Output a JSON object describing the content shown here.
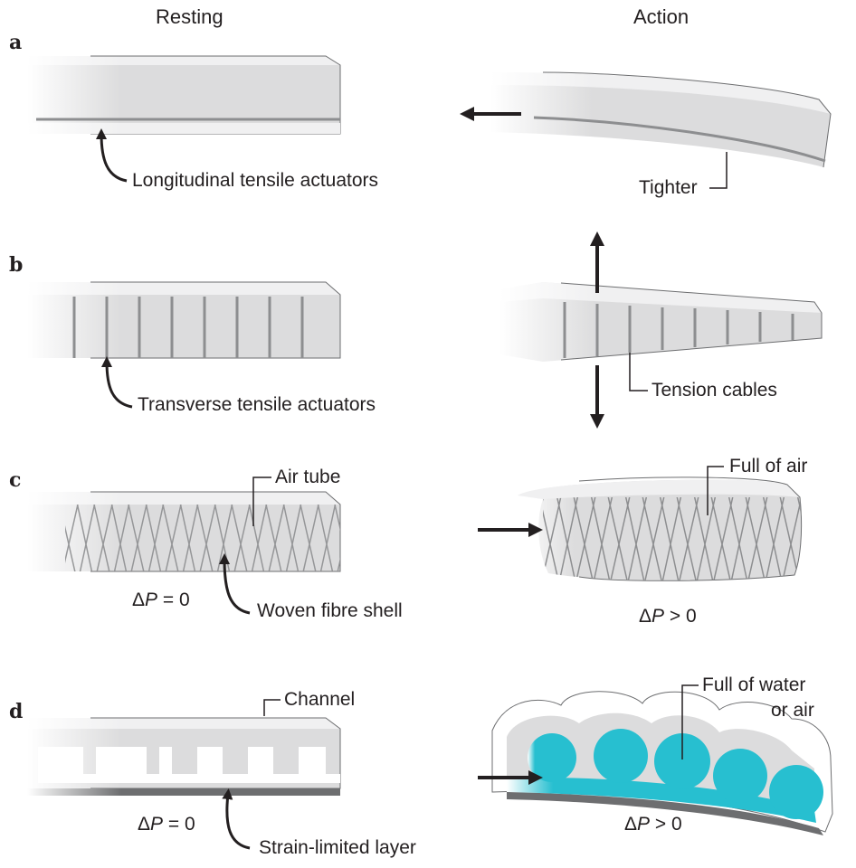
{
  "headers": {
    "resting": "Resting",
    "action": "Action"
  },
  "panels": {
    "a": {
      "letter": "a",
      "resting_label": "Longitudinal tensile actuators",
      "action_label": "Tighter"
    },
    "b": {
      "letter": "b",
      "resting_label": "Transverse tensile actuators",
      "action_label": "Tension cables"
    },
    "c": {
      "letter": "c",
      "resting_label_top": "Air tube",
      "resting_label_bottom": "Woven fibre shell",
      "resting_eq": {
        "delta": "Δ",
        "p": "P",
        "rel": " = 0"
      },
      "action_label": "Full of air",
      "action_eq": {
        "delta": "Δ",
        "p": "P",
        "rel": " > 0"
      }
    },
    "d": {
      "letter": "d",
      "resting_label_top": "Channel",
      "resting_label_bottom": "Strain-limited layer",
      "resting_eq": {
        "delta": "Δ",
        "p": "P",
        "rel": " = 0"
      },
      "action_label_line1": "Full of water",
      "action_label_line2": "or air",
      "action_eq": {
        "delta": "Δ",
        "p": "P",
        "rel": " > 0"
      }
    }
  },
  "colors": {
    "fill_grey": "#dcdcdd",
    "fill_light": "#ededee",
    "outline": "#6d6e70",
    "fluid": "#27bfd0",
    "strain_layer": "#6d6e70"
  }
}
